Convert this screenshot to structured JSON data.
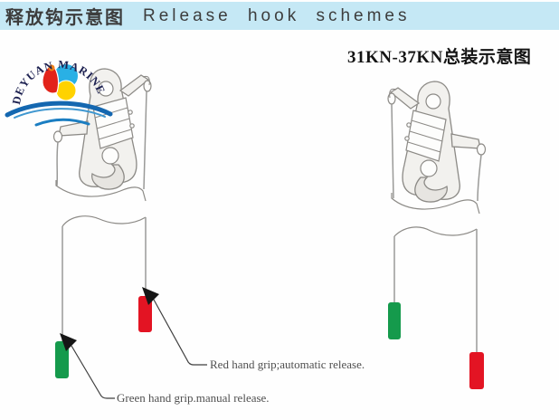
{
  "header": {
    "title_zh": "释放钩示意图",
    "title_en": "Release hook schemes"
  },
  "logo": {
    "arc_text": "DEYUAN MARINE"
  },
  "section_title": "31KN-37KN总装示意图",
  "labels": {
    "red": "Red hand grip;automatic release.",
    "green": "Green hand grip.manual release."
  },
  "colors": {
    "header_bg": "#c5e8f5",
    "grip_green": "#159a4c",
    "grip_red": "#e31423",
    "drawing_line": "#8c8a86",
    "label_text": "#4f4f4f",
    "logo_navy": "#1c2050",
    "logo_wave_blue": "#1467b0",
    "emblem_cyan": "#29b0e5",
    "emblem_red": "#e2231a",
    "emblem_yellow": "#ffd200"
  }
}
